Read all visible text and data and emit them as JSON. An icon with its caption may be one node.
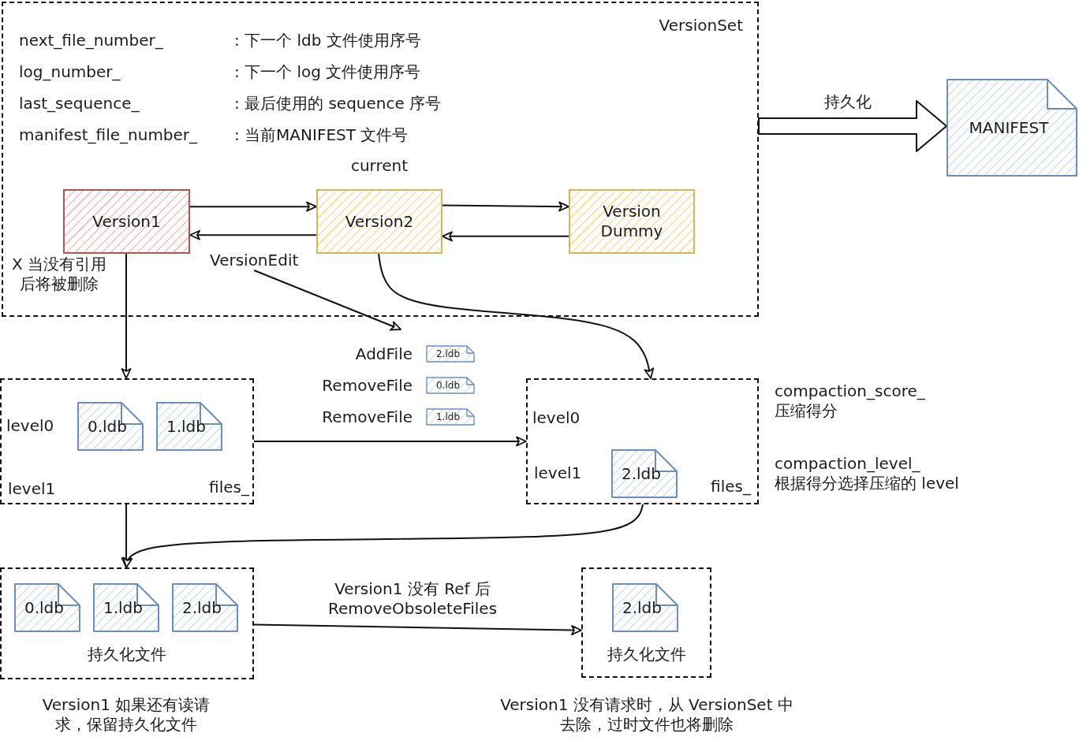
{
  "diagram": {
    "nodes": [
      {
        "text": [
          "VersionSet"
        ]
      },
      {
        "text": [
          "Version1"
        ],
        "in": 0,
        "beside": [
          "X 当没有引用后将被删除"
        ]
      },
      {
        "text": [
          "Version2"
        ],
        "in": 0,
        "beside": [
          "current"
        ]
      },
      {
        "text": [
          "Version Dummy"
        ],
        "in": 0
      },
      {
        "text": [
          "VersionEdit"
        ],
        "in": 0
      },
      {
        "text": [
          "MANIFEST"
        ]
      },
      {
        "text": [
          "2.ldb"
        ],
        "beside": [
          "AddFile"
        ]
      },
      {
        "text": [
          "0.ldb"
        ],
        "beside": [
          "RemoveFile"
        ]
      },
      {
        "text": [
          "1.ldb"
        ],
        "beside": [
          "RemoveFile"
        ]
      },
      {
        "text": [
          "level0",
          "level1",
          "files_"
        ]
      },
      {
        "text": [
          "0.ldb"
        ],
        "in": 9
      },
      {
        "text": [
          "1.ldb"
        ],
        "in": 9
      },
      {
        "text": [
          "level0",
          "level1",
          "files_"
        ],
        "beside": [
          "compaction_score_ 压缩得分",
          "compaction_level_ 根据得分选择压缩的 level"
        ]
      },
      {
        "text": [
          "2.ldb"
        ],
        "in": 12
      },
      {
        "text": [
          "持久化文件"
        ],
        "beside": [
          "Version1 如果还有读请求，保留持久化文件"
        ]
      },
      {
        "text": [
          "0.ldb"
        ],
        "in": 14
      },
      {
        "text": [
          "1.ldb"
        ],
        "in": 14
      },
      {
        "text": [
          "2.ldb"
        ],
        "in": 14
      },
      {
        "text": [
          "持久化文件"
        ],
        "beside": [
          "Version1 没有请求时，从 VersionSet 中去除，过时文件也将删除"
        ]
      },
      {
        "text": [
          "2.ldb"
        ],
        "in": 18
      }
    ],
    "edges": [
      {
        "from": 1,
        "to": 2,
        "arrow": "to"
      },
      {
        "from": 2,
        "to": 1,
        "arrow": "to"
      },
      {
        "from": 2,
        "to": 3,
        "arrow": "to"
      },
      {
        "from": 3,
        "to": 2,
        "arrow": "to"
      },
      {
        "from": 0,
        "to": 5,
        "arrow": "to",
        "style": "thick",
        "label": "持久化"
      },
      {
        "from": 4,
        "to": null,
        "arrow": "to"
      },
      {
        "from": 1,
        "to": 9,
        "arrow": "to"
      },
      {
        "from": 2,
        "to": 12,
        "arrow": "to"
      },
      {
        "from": 9,
        "to": 12,
        "arrow": "to"
      },
      {
        "from": 9,
        "to": 14,
        "arrow": "to"
      },
      {
        "from": 12,
        "to": 14,
        "arrow": "to"
      },
      {
        "from": 14,
        "to": 18,
        "arrow": "to",
        "label": "Version1 没有 Ref 后 RemoveObsoleteFiles"
      }
    ],
    "labels": [
      "next_file_number_",
      ": 下一个 ldb 文件使用序号",
      "log_number_",
      ": 下一个 log 文件使用序号",
      "last_sequence_",
      ": 最后使用的 sequence 序号",
      "manifest_file_number_",
      ": 当前MANIFEST 文件号"
    ]
  }
}
